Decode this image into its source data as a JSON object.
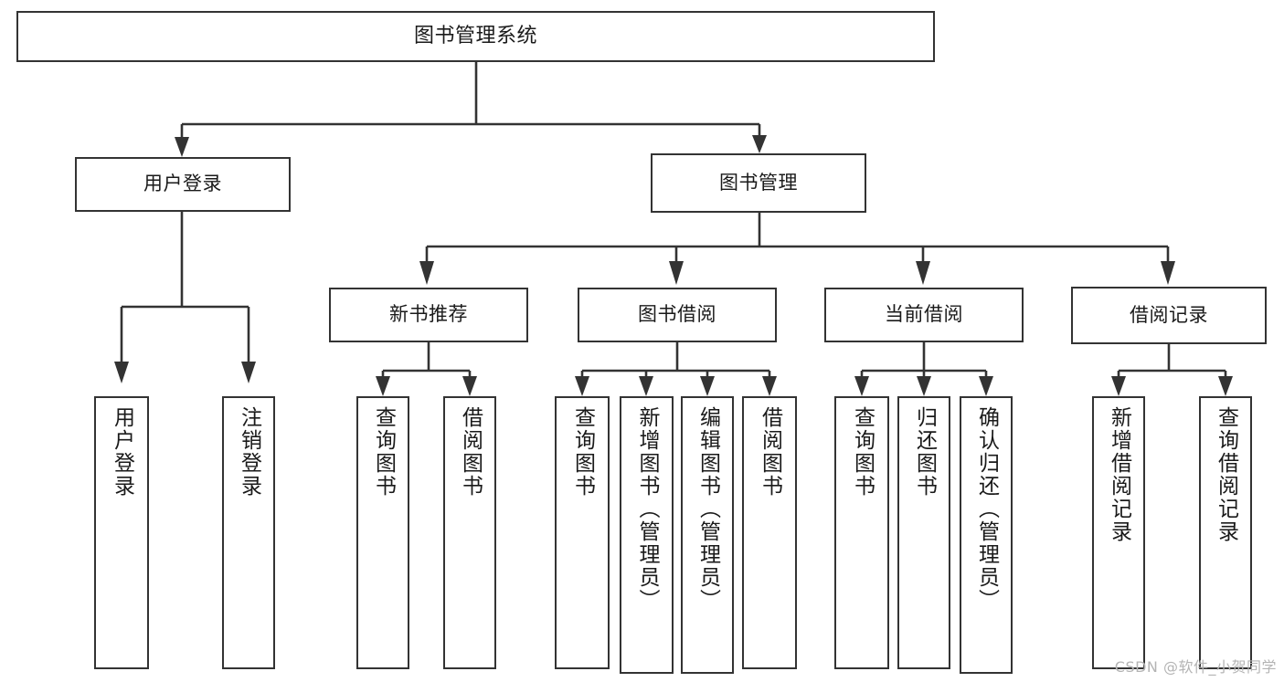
{
  "title": "图书管理系统",
  "watermark": "CSDN @软件_小贺同学",
  "colors": {
    "stroke": "#333333",
    "node_fill": "#ffffff",
    "text": "#1a1a1a",
    "watermark": "#b4b4b4",
    "background": "#ffffff"
  },
  "diagram": {
    "type": "tree",
    "orientation": "top-down",
    "levels": 4
  },
  "nodes": {
    "root": {
      "label": "图书管理系统"
    },
    "level2": [
      {
        "id": "user-login",
        "label": "用户登录"
      },
      {
        "id": "book-management",
        "label": "图书管理"
      }
    ],
    "level3": [
      {
        "id": "new-book-recommend",
        "label": "新书推荐"
      },
      {
        "id": "book-borrow",
        "label": "图书借阅"
      },
      {
        "id": "current-borrow",
        "label": "当前借阅"
      },
      {
        "id": "borrow-record",
        "label": "借阅记录"
      }
    ],
    "leaves": {
      "user_login": [
        {
          "id": "leaf-user-login",
          "label": "用户登录"
        },
        {
          "id": "leaf-logout-login",
          "label": "注销登录"
        }
      ],
      "new_book_recommend": [
        {
          "id": "leaf-query-book-1",
          "label": "查询图书"
        },
        {
          "id": "leaf-borrow-book-1",
          "label": "借阅图书"
        }
      ],
      "book_borrow": [
        {
          "id": "leaf-query-book-2",
          "label": "查询图书"
        },
        {
          "id": "leaf-add-book",
          "label": "新增图书（管理员）"
        },
        {
          "id": "leaf-edit-book",
          "label": "编辑图书（管理员）"
        },
        {
          "id": "leaf-borrow-book-2",
          "label": "借阅图书"
        }
      ],
      "current_borrow": [
        {
          "id": "leaf-query-book-3",
          "label": "查询图书"
        },
        {
          "id": "leaf-return-book",
          "label": "归还图书"
        },
        {
          "id": "leaf-confirm-return",
          "label": "确认归还（管理员）"
        }
      ],
      "borrow_record": [
        {
          "id": "leaf-add-record",
          "label": "新增借阅记录"
        },
        {
          "id": "leaf-query-record",
          "label": "查询借阅记录"
        }
      ]
    }
  }
}
